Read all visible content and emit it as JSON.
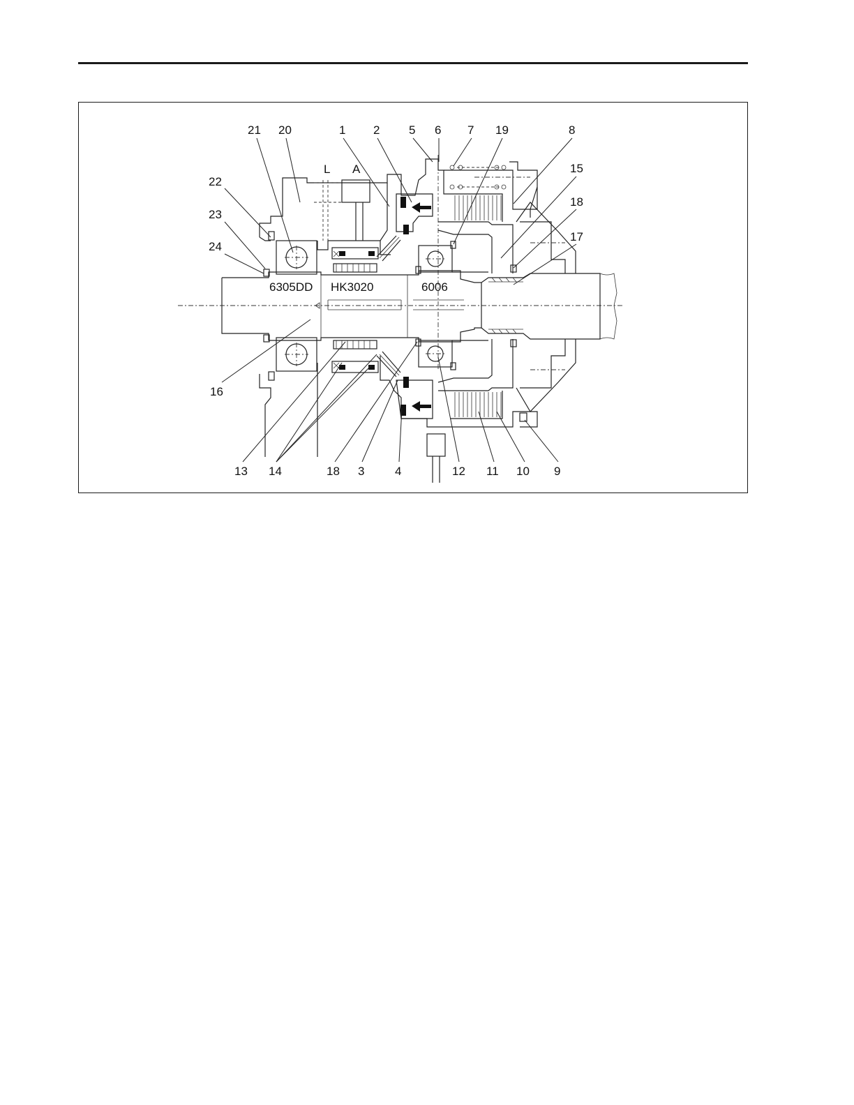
{
  "callouts": {
    "c21": "21",
    "c20": "20",
    "c1": "1",
    "c2": "2",
    "c5": "5",
    "c6": "6",
    "c7": "7",
    "c19": "19",
    "c8": "8",
    "c15": "15",
    "c18a": "18",
    "c17": "17",
    "c22": "22",
    "c23": "23",
    "c24": "24",
    "c16": "16",
    "c13": "13",
    "c14": "14",
    "c18b": "18",
    "c3": "3",
    "c4": "4",
    "c12": "12",
    "c11": "11",
    "c10": "10",
    "c9": "9"
  },
  "ports": {
    "l": "L",
    "a": "A"
  },
  "bearings": {
    "b1": "6305DD",
    "b2": "HK3020",
    "b3": "6006"
  },
  "colors": {
    "line": "#222222",
    "text": "#111111",
    "background": "#ffffff"
  }
}
